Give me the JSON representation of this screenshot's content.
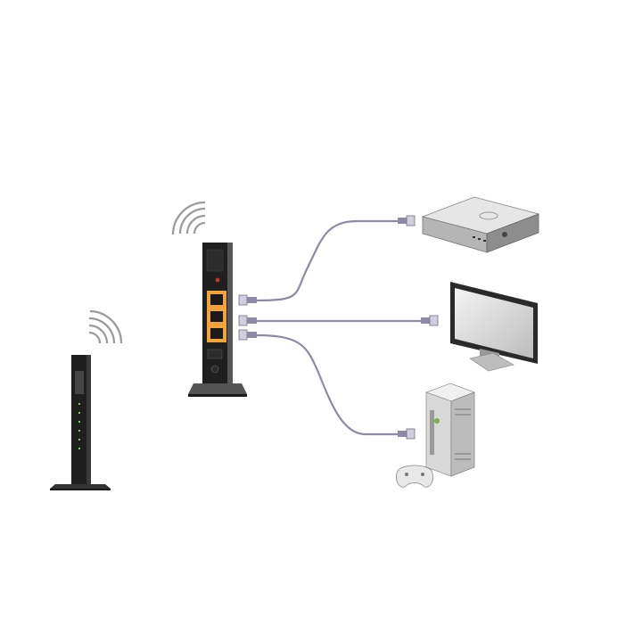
{
  "diagram": {
    "nodes": [
      {
        "id": "router",
        "icon": "wireless-router-icon"
      },
      {
        "id": "extender",
        "icon": "wireless-extender-icon"
      },
      {
        "id": "media-player",
        "icon": "media-player-icon"
      },
      {
        "id": "monitor",
        "icon": "monitor-icon"
      },
      {
        "id": "game-console",
        "icon": "game-console-icon"
      }
    ],
    "edges": [
      {
        "from": "extender",
        "to": "media-player",
        "kind": "ethernet"
      },
      {
        "from": "extender",
        "to": "monitor",
        "kind": "ethernet"
      },
      {
        "from": "extender",
        "to": "game-console",
        "kind": "ethernet"
      },
      {
        "from": "router",
        "to": "extender",
        "kind": "wireless"
      }
    ],
    "colors": {
      "cable": "#8e8aa6",
      "cable_dark": "#6f6b88",
      "port_orange": "#f2a33a",
      "device_black": "#1f1f1f",
      "device_gray": "#bdbdbd"
    }
  }
}
